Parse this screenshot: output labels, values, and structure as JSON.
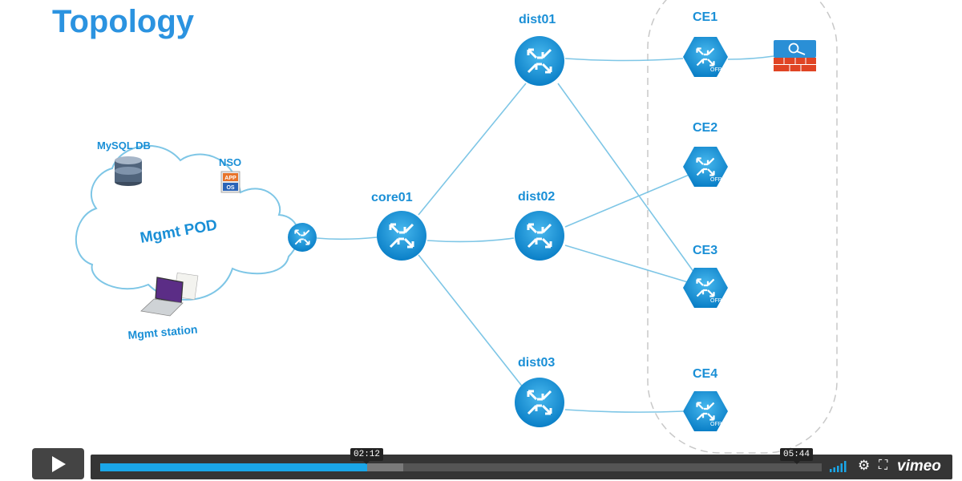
{
  "slide": {
    "title": "Topology",
    "labels": {
      "mysql": "MySQL DB",
      "nso": "NSO",
      "nso_app": "APP",
      "nso_os": "OS",
      "mgmt_pod": "Mgmt POD",
      "mgmt_station": "Mgmt station",
      "core01": "core01",
      "dist01": "dist01",
      "dist02": "dist02",
      "dist03": "dist03",
      "ce1": "CE1",
      "ce2": "CE2",
      "ce3": "CE3",
      "ce4": "CE4",
      "ofp": "OFP"
    }
  },
  "player": {
    "current_time": "02:12",
    "duration": "05:44",
    "played_fraction": 0.37,
    "loaded_fraction": 0.42,
    "logo": "vimeo",
    "accent_color": "#1aa6e8"
  }
}
